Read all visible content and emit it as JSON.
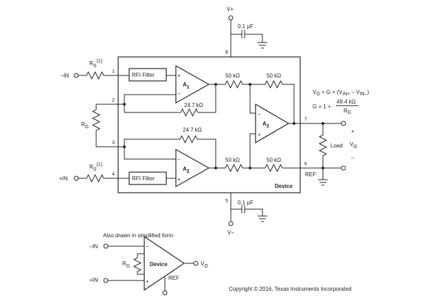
{
  "supply_pos": "V+",
  "supply_neg": "V−",
  "cap_top": "0.1 µF",
  "cap_bottom": "0.1 µF",
  "pin8": "8",
  "pin5": "5",
  "pin1": "1",
  "pin2": "2",
  "pin3": "3",
  "pin4": "4",
  "pin7": "7",
  "pin6": "6",
  "in_neg": "–IN",
  "in_pos": "+IN",
  "rs_top": "R",
  "rs_top_sub": "S",
  "rs_top_note": "(1)",
  "rs_bot": "R",
  "rs_bot_sub": "S",
  "rs_bot_note": "(1)",
  "rg": "R",
  "rg_sub": "G",
  "rfi_top": "RFI Filter",
  "rfi_bot": "RFI Filter",
  "a1": "A",
  "a1_sub": "1",
  "a2": "A",
  "a2_sub": "2",
  "a3": "A",
  "a3_sub": "3",
  "r_fb_top": "24.7 kΩ",
  "r_fb_bot": "24.7 kΩ",
  "r50_1": "50 kΩ",
  "r50_2": "50 kΩ",
  "r50_3": "50 kΩ",
  "r50_4": "50 kΩ",
  "device": "Device",
  "ref": "REF",
  "load": "Load",
  "vo": "V",
  "vo_sub": "O",
  "plus": "+",
  "minus": "–",
  "eq1": "Vₒ = G × (Vᵢₙ₊ – Vᵢₙ₋)",
  "eq1_a": "V",
  "eq1_a_sub": "O",
  "eq1_b": " = G × (V",
  "eq1_b_sub": "IN+",
  "eq1_c": " – V",
  "eq1_c_sub": "IN–",
  "eq1_d": ")",
  "eq2_g": "G = 1 +",
  "eq2_num": "49.4 kΩ",
  "eq2_den": "R",
  "eq2_den_sub": "G",
  "simplified_caption": "Also drawn in simplified form:",
  "s_in_neg": "–IN",
  "s_in_pos": "+IN",
  "s_rg": "R",
  "s_rg_sub": "G",
  "s_device": "Device",
  "s_ref": "REF",
  "s_vo": "V",
  "s_vo_sub": "O",
  "copyright": "Copyright © 2016, Texas Instruments Incorporated"
}
